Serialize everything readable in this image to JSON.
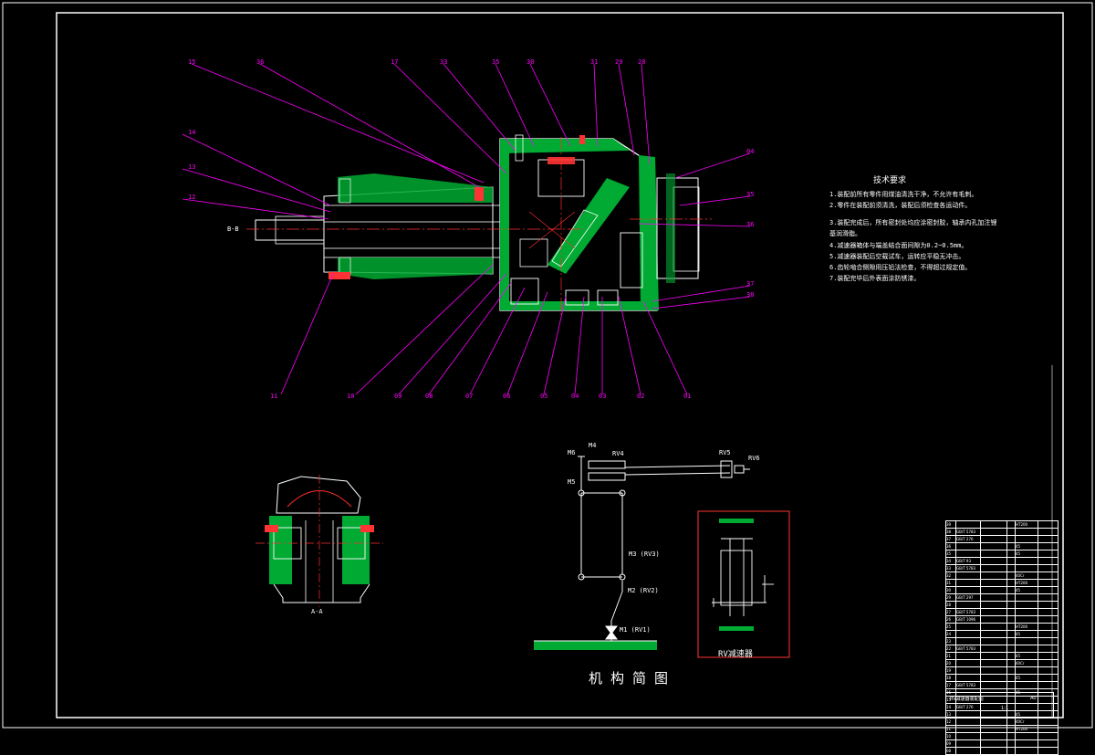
{
  "sheet": {
    "background": "#000000",
    "frame_color": "#ffffff"
  },
  "colors": {
    "section": "#00aa33",
    "outline": "#ffffff",
    "leader": "#ff00ff",
    "center": "#ff3030",
    "highlight_box": "#ff3333",
    "ground": "#00aa33"
  },
  "technical_notes": {
    "title": "技术要求",
    "items": [
      "1.装配前所有零件用煤油清洗干净，不允许有毛刺。",
      "2.零件在装配前须清洗，装配后须检查各运动件。",
      "3.装配完成后，所有密封处均应涂密封胶，轴承内孔加注锂",
      "基润滑脂。",
      "4.减速器箱体与端盖结合面间隙为0.2~0.5mm。",
      "5.减速器装配后空载试车，运转应平稳无冲击。",
      "6.齿轮啮合侧隙用压铅法检查，不得超过规定值。",
      "7.装配完毕后外表面涂防锈漆。"
    ]
  },
  "labels": {
    "section_aa": "A-A",
    "view_b": "B-B",
    "mechanism_caption": "机构简图",
    "rv_reducer_caption": "RV减速器",
    "joints": {
      "m1": "M1 (RV1)",
      "m2": "M2 (RV2)",
      "m3": "M3 (RV3)",
      "m4": "M4",
      "m5": "M5",
      "m6": "M6",
      "rv4": "RV4",
      "rv5": "RV5",
      "rv6": "RV6"
    }
  },
  "balloons_top": [
    "15",
    "36",
    "17",
    "33",
    "35",
    "30",
    "31",
    "29",
    "28"
  ],
  "balloons_left": [
    "14",
    "13",
    "12"
  ],
  "balloons_right": [
    "04",
    "35",
    "36",
    "37",
    "38"
  ],
  "balloons_bottom": [
    "11",
    "10",
    "09",
    "08",
    "07",
    "06",
    "05",
    "04",
    "03",
    "02",
    "01"
  ],
  "title_block": {
    "scale": "1:1",
    "sheet": "A0",
    "drawing_title": "RV减速器装配图"
  },
  "bom_rows": [
    [
      "39",
      "",
      "",
      "",
      "HT200",
      ""
    ],
    [
      "38",
      "GB/T 5783",
      "",
      "",
      "",
      ""
    ],
    [
      "37",
      "GB/T 276",
      "",
      "",
      "",
      ""
    ],
    [
      "36",
      "",
      "",
      "",
      "45",
      ""
    ],
    [
      "35",
      "",
      "",
      "",
      "45",
      ""
    ],
    [
      "34",
      "GB/T 93",
      "",
      "",
      "",
      ""
    ],
    [
      "33",
      "GB/T 5783",
      "",
      "",
      "",
      ""
    ],
    [
      "32",
      "",
      "",
      "",
      "40Cr",
      ""
    ],
    [
      "31",
      "",
      "",
      "",
      "HT200",
      ""
    ],
    [
      "30",
      "",
      "",
      "",
      "45",
      ""
    ],
    [
      "29",
      "GB/T 297",
      "",
      "",
      "",
      ""
    ],
    [
      "28",
      "",
      "",
      "",
      "",
      ""
    ],
    [
      "27",
      "GB/T 5783",
      "",
      "",
      "",
      ""
    ],
    [
      "26",
      "GB/T 1096",
      "",
      "",
      "",
      ""
    ],
    [
      "25",
      "",
      "",
      "",
      "HT200",
      ""
    ],
    [
      "24",
      "",
      "",
      "",
      "45",
      ""
    ],
    [
      "23",
      "",
      "",
      "",
      "",
      ""
    ],
    [
      "22",
      "GB/T 5783",
      "",
      "",
      "",
      ""
    ],
    [
      "21",
      "",
      "",
      "",
      "45",
      ""
    ],
    [
      "20",
      "",
      "",
      "",
      "40Cr",
      ""
    ],
    [
      "19",
      "",
      "",
      "",
      "",
      ""
    ],
    [
      "18",
      "",
      "",
      "",
      "45",
      ""
    ],
    [
      "17",
      "GB/T 5783",
      "",
      "",
      "",
      ""
    ],
    [
      "16",
      "",
      "",
      "",
      "45",
      ""
    ],
    [
      "15",
      "",
      "",
      "",
      "",
      ""
    ],
    [
      "14",
      "GB/T 276",
      "",
      "",
      "",
      ""
    ],
    [
      "13",
      "",
      "",
      "",
      "45",
      ""
    ],
    [
      "12",
      "",
      "",
      "",
      "40Cr",
      ""
    ],
    [
      "11",
      "",
      "",
      "",
      "HT200",
      ""
    ],
    [
      "10",
      "",
      "",
      "",
      "",
      ""
    ],
    [
      "09",
      "",
      "",
      "",
      "",
      ""
    ],
    [
      "08",
      "",
      "",
      "",
      "",
      ""
    ]
  ]
}
